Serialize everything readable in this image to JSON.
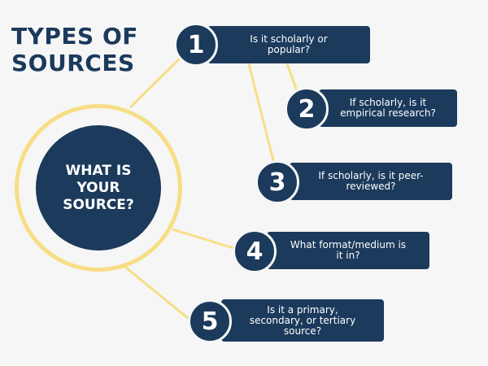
{
  "title": "TYPES OF\nSOURCES",
  "hub": {
    "label": "WHAT IS\nYOUR\nSOURCE?"
  },
  "colors": {
    "navy": "#1b3a5c",
    "yellow": "#f7de85",
    "background": "#f6f6f6",
    "text": "#ffffff"
  },
  "steps": [
    {
      "number": "1",
      "text": "Is it scholarly or\npopular?"
    },
    {
      "number": "2",
      "text": "If scholarly, is it\nempirical research?"
    },
    {
      "number": "3",
      "text": "If scholarly, is it peer-\nreviewed?"
    },
    {
      "number": "4",
      "text": "What format/medium is\nit in?"
    },
    {
      "number": "5",
      "text": "Is it a primary,\nsecondary, or tertiary\nsource?"
    }
  ]
}
